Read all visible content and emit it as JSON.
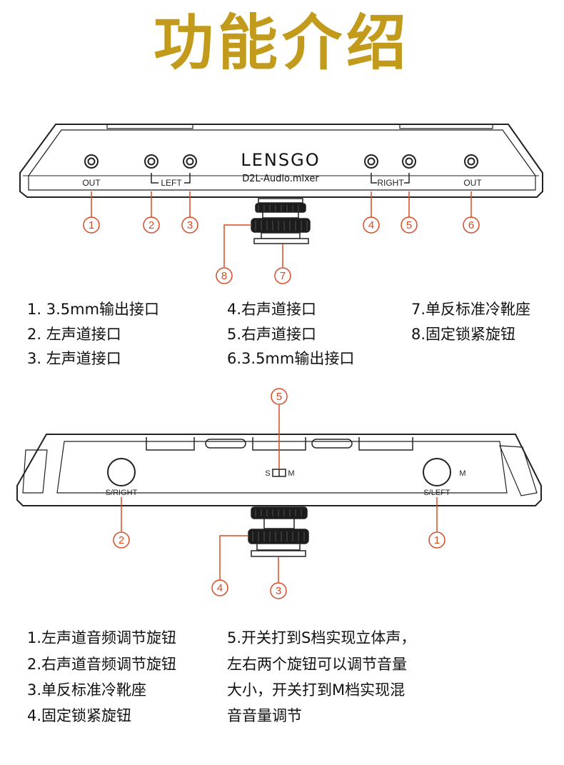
{
  "title": "功能介绍",
  "colors": {
    "title": "#c39b1c",
    "callout": "#d94a24",
    "outline": "#222222"
  },
  "top_view": {
    "brand": "LENSGO",
    "model": "D2L-Audio.mixer",
    "jack_labels": {
      "out_left": "OUT",
      "left": "LEFT",
      "right": "RIGHT",
      "out_right": "OUT"
    },
    "callouts": [
      "1",
      "2",
      "3",
      "4",
      "5",
      "6",
      "7",
      "8"
    ],
    "descriptions": {
      "col1": [
        "1. 3.5mm输出接口",
        "2. 左声道接口",
        "3. 左声道接口"
      ],
      "col2": [
        "4.右声道接口",
        "5.右声道接口",
        "6.3.5mm输出接口"
      ],
      "col3": [
        "7.单反标准冷靴座",
        "8.固定锁紧旋钮"
      ]
    }
  },
  "bottom_view": {
    "knob_labels": {
      "left": "S/RIGHT",
      "right": "S/LEFT"
    },
    "switch_labels": {
      "s": "S",
      "m": "M",
      "m_side": "M"
    },
    "callouts": [
      "5",
      "2",
      "1",
      "4",
      "3"
    ],
    "descriptions": {
      "col1": [
        "1.左声道音频调节旋钮",
        "2.右声道音频调节旋钮",
        "3.单反标准冷靴座",
        "4.固定锁紧旋钮"
      ],
      "col2": [
        "5.开关打到S档实现立体声，",
        "左右两个旋钮可以调节音量",
        "大小，开关打到M档实现混",
        "音音量调节"
      ]
    }
  }
}
